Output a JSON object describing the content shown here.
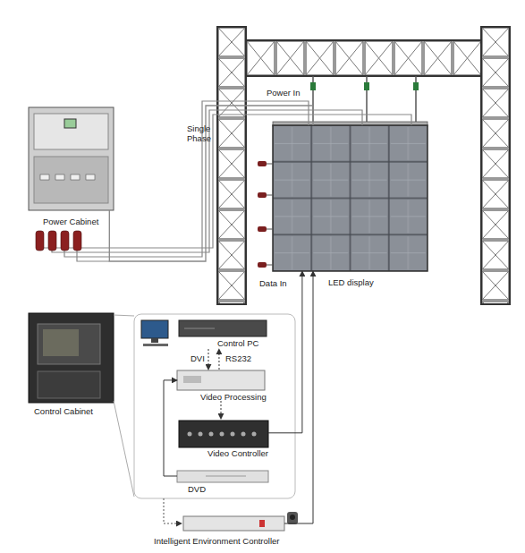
{
  "diagram": {
    "nodes": [
      {
        "text": [
          "Power Cabinet"
        ]
      },
      {
        "text": [
          "LED display"
        ]
      },
      {
        "text": [
          "Control Cabinet"
        ]
      },
      {
        "text": [
          "Control PC"
        ]
      },
      {
        "text": [
          "Video Processing"
        ]
      },
      {
        "text": [
          "Video Controller"
        ]
      },
      {
        "text": [
          "DVD"
        ]
      },
      {
        "text": [
          "Intelligent Environment Controller"
        ]
      }
    ],
    "edges": [
      {
        "from": 0,
        "to": 1,
        "arrow": "none"
      },
      {
        "from": 3,
        "to": 4,
        "arrow": "to",
        "label": "DVI"
      },
      {
        "from": 4,
        "to": 3,
        "arrow": "to",
        "label": "RS232"
      },
      {
        "from": 4,
        "to": 5,
        "arrow": "to"
      },
      {
        "from": 6,
        "to": 4,
        "arrow": "to"
      },
      {
        "from": 5,
        "to": 1,
        "arrow": "to"
      },
      {
        "from": 7,
        "to": 1,
        "arrow": "to"
      }
    ],
    "labels": [
      "Power In",
      "Single Phase",
      "Data In"
    ]
  }
}
